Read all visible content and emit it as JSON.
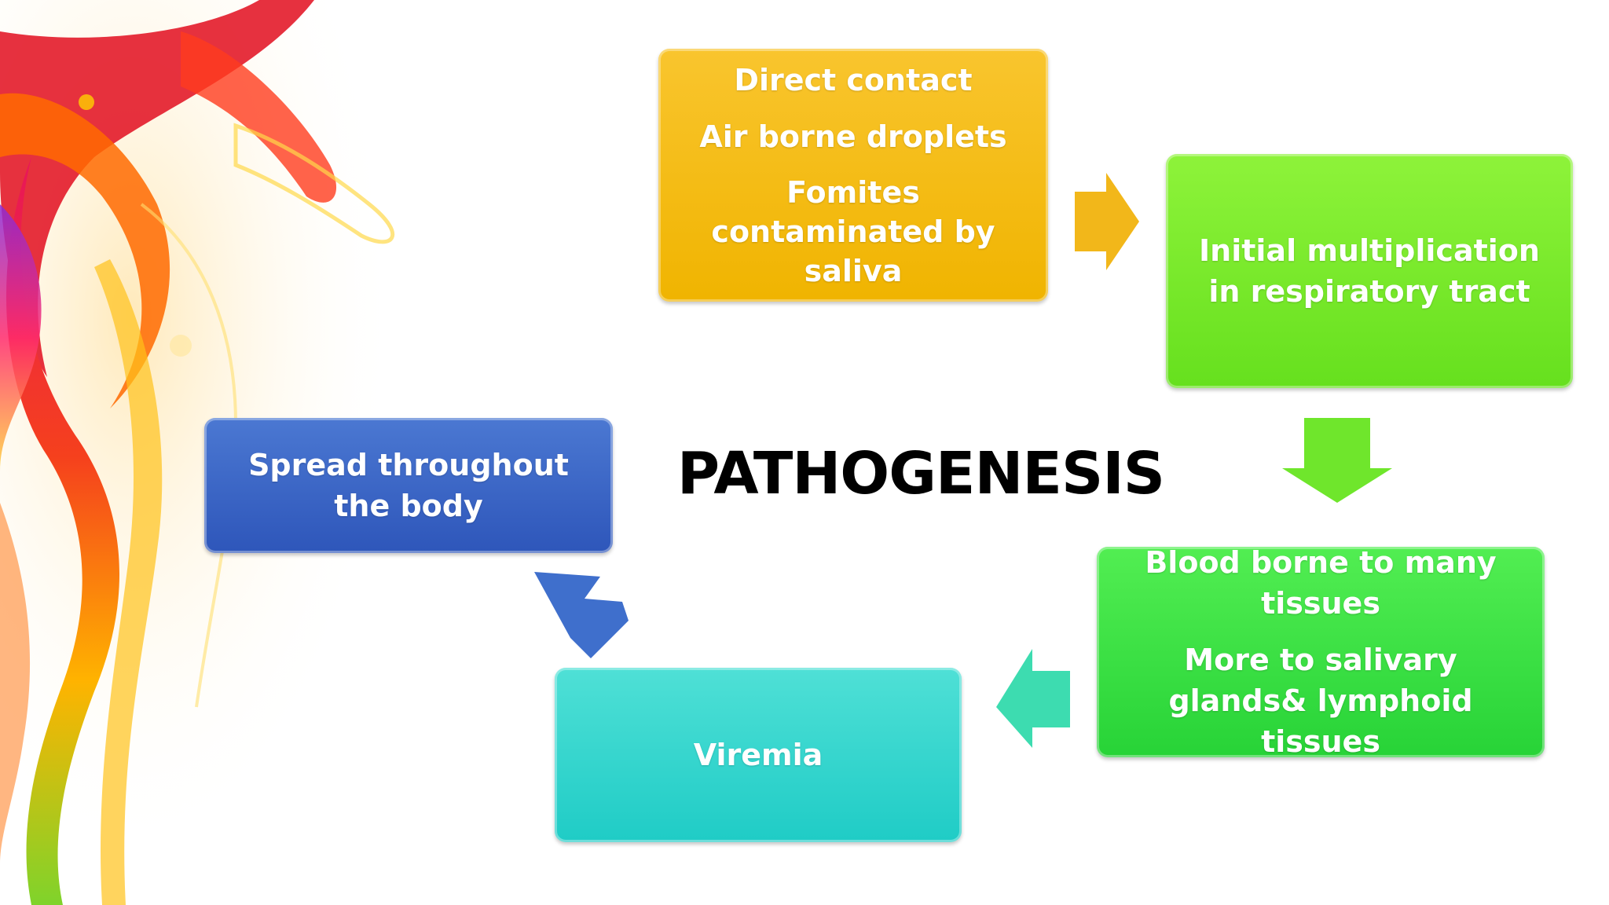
{
  "title": "PATHOGENESIS",
  "steps": {
    "source": {
      "lines": [
        "Direct contact",
        "Air borne droplets",
        "Fomites contaminated by saliva"
      ],
      "color": "#f5bd16"
    },
    "initial": {
      "text": "Initial multiplication in respiratory tract",
      "color": "#7ee92c"
    },
    "blood": {
      "lines": [
        "Blood borne to many tissues",
        "More to salivary glands& lymphoid tissues"
      ],
      "color": "#3be045"
    },
    "viremia": {
      "text": "Viremia",
      "color": "#33d6cd"
    },
    "spread": {
      "text": "Spread throughout the body",
      "color": "#3c66c6"
    }
  },
  "colors": {
    "arrow_source": "#f2b71a",
    "arrow_initial": "#6fe62c",
    "arrow_blood": "#3ddcb0",
    "arrow_spread": "#3f6fcc"
  }
}
